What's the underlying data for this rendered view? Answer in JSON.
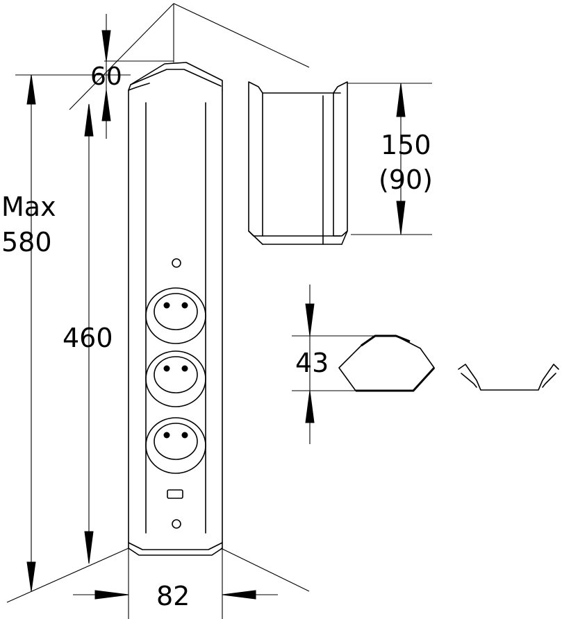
{
  "dimensions": {
    "total_height_label": "Max",
    "total_height_value": "580",
    "body_height": "460",
    "top_offset": "60",
    "width": "82",
    "cover_height": "150",
    "cover_height_alt": "(90)",
    "depth": "43"
  },
  "outlets": {
    "count": 3
  }
}
